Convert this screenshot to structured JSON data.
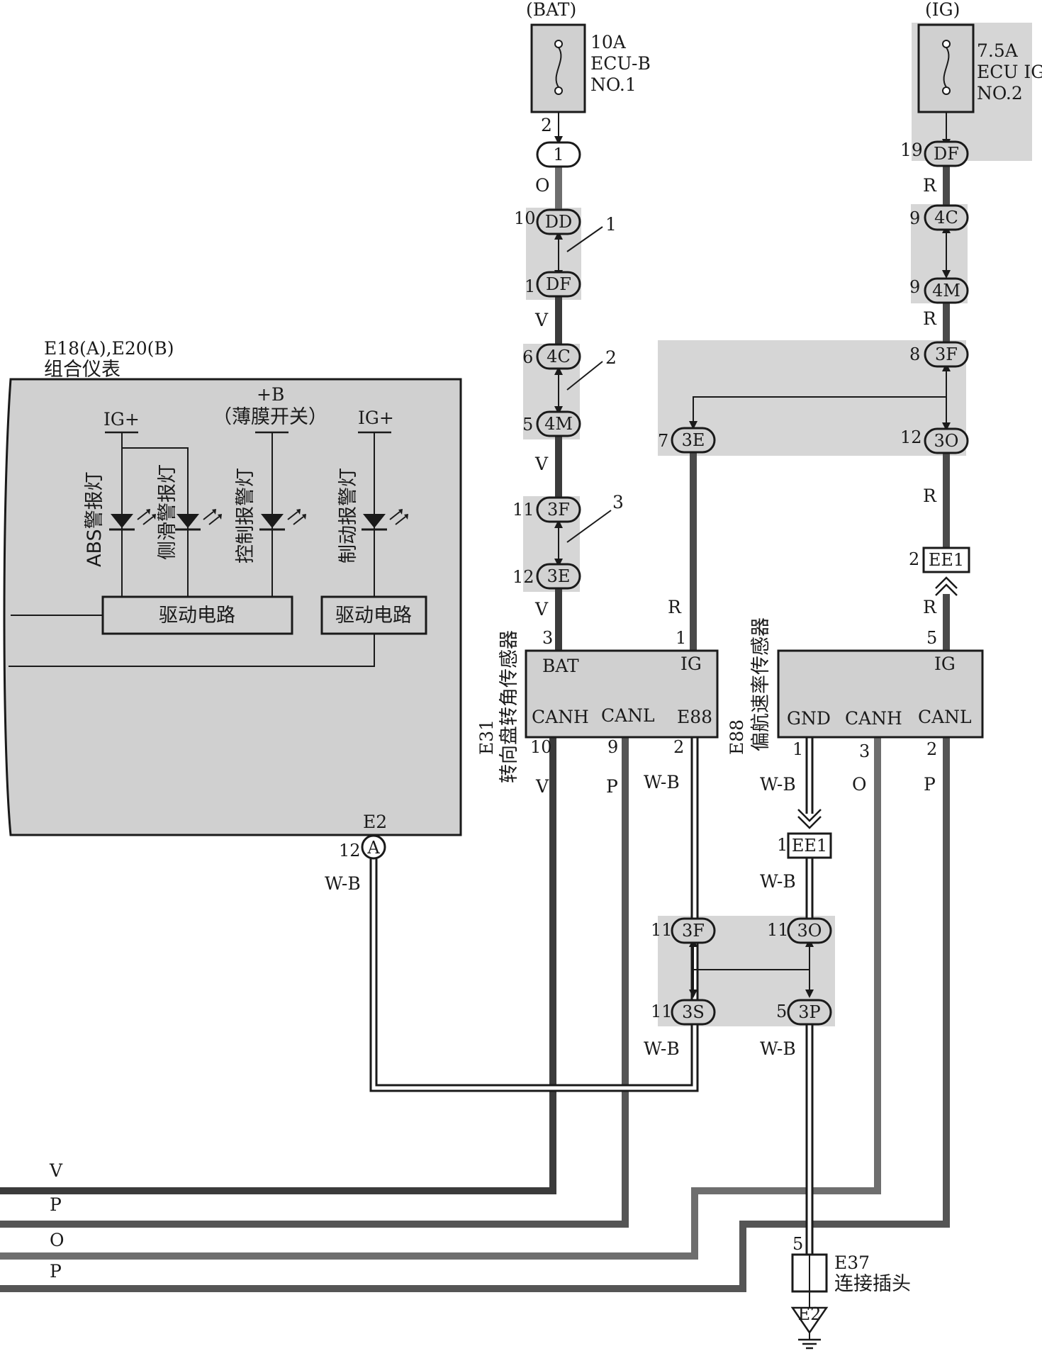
{
  "fuse_bat": {
    "source": "(BAT)",
    "amp": "10A",
    "name": "ECU-B",
    "no": "NO.1",
    "pin": "2"
  },
  "fuse_ig": {
    "source": "(IG)",
    "amp": "7.5A",
    "name": "ECU IG",
    "no": "NO.2",
    "pin": "19"
  },
  "cluster": {
    "id": "E18(A),E20(B)",
    "name": "组合仪表",
    "conn": "E2",
    "conn_pin": "12",
    "conn_letter": "A"
  },
  "lamps": {
    "abs": "ABS警报灯",
    "slip": "侧滑警报灯",
    "control": "控制报警灯",
    "brake": "制动报警灯"
  },
  "supplies": {
    "ig1": "IG+",
    "b": "+B",
    "b_note": "（薄膜开关）",
    "ig2": "IG+"
  },
  "drivers": {
    "d1": "驱动电路",
    "d2": "驱动电路"
  },
  "connectors": {
    "c_1": "1",
    "c_dd": "DD",
    "c_df_left": "DF",
    "c_4c_left": "4C",
    "c_4m_left": "4M",
    "c_3f_left": "3F",
    "c_3e_left": "3E",
    "c_df_right": "DF",
    "c_4c_right": "4C",
    "c_4m_right": "4M",
    "c_3f_right": "3F",
    "c_3e_mid": "3E",
    "c_3o_right": "3O",
    "c_ee1_top": "EE1",
    "c_ee1_bot": "EE1",
    "c_3f_bot": "3F",
    "c_3o_bot": "3O",
    "c_3s": "3S",
    "c_3p": "3P"
  },
  "pins": {
    "p10_dd": "10",
    "p1_df": "1",
    "p6_4c": "6",
    "p5_4m": "5",
    "p11_3f": "11",
    "p12_3e": "12",
    "p9_4c": "9",
    "p9_4m": "9",
    "p8_3f": "8",
    "p7_3e": "7",
    "p12_3o": "12",
    "p2_ee1": "2",
    "p1_ee1": "1",
    "p11_3f_b": "11",
    "p11_3o_b": "11",
    "p11_3s": "11",
    "p5_3p": "5",
    "p5_e37": "5",
    "s_bat": "3",
    "s_ig": "1",
    "s_canh": "10",
    "s_canl": "9",
    "s_e88": "2",
    "y_ig": "5",
    "y_gnd": "1",
    "y_canh": "3",
    "y_canl": "2"
  },
  "callouts": {
    "n1": "1",
    "n2": "2",
    "n3": "3"
  },
  "wires": {
    "o": "O",
    "v1": "V",
    "v2": "V",
    "v3": "V",
    "r1": "R",
    "r2": "R",
    "r3": "R",
    "r4": "R",
    "r5": "R",
    "s_v": "V",
    "s_p": "P",
    "s_wb": "W-B",
    "y_wb": "W-B",
    "y_o": "O",
    "y_p": "P",
    "wb_e2": "W-B",
    "wb_ee1": "W-B",
    "wb_3s": "W-B",
    "wb_3p": "W-B",
    "bus_v": "V",
    "bus_p1": "P",
    "bus_o": "O",
    "bus_p2": "P"
  },
  "steer_sensor": {
    "id": "E31",
    "name": "转向盘转角传感器",
    "bat": "BAT",
    "ig": "IG",
    "canh": "CANH",
    "canl": "CANL",
    "e88": "E88"
  },
  "yaw_sensor": {
    "id": "E88",
    "name": "偏航速率传感器",
    "ig": "IG",
    "gnd": "GND",
    "canh": "CANH",
    "canl": "CANL"
  },
  "junction": {
    "id": "E37",
    "name": "连接插头"
  },
  "ground": {
    "label": "E2"
  }
}
